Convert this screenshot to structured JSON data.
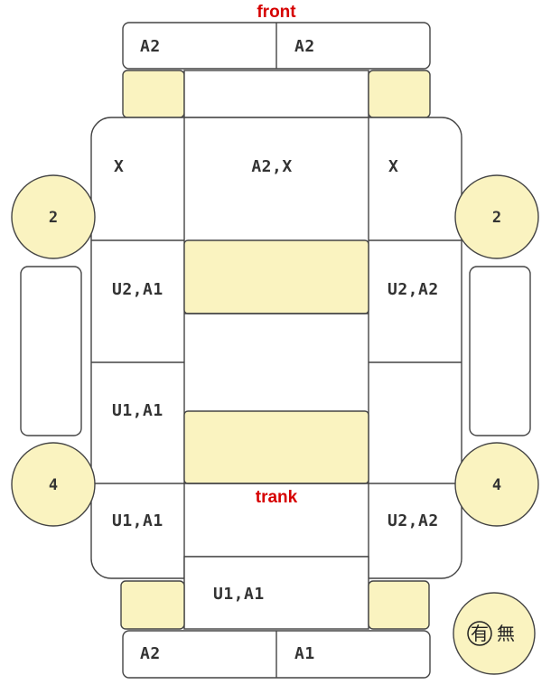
{
  "labels": {
    "front": "front",
    "trank": "trank",
    "front_bumper_left": "A2",
    "front_bumper_right": "A2",
    "hood": "A2,X",
    "left_fender": "X",
    "right_fender": "X",
    "left_front_door": "U2,A1",
    "right_front_door": "U2,A2",
    "left_rear_door": "U1,A1",
    "left_quarter": "U1,A1",
    "right_quarter": "U2,A2",
    "trunk_lid": "U1,A1",
    "rear_bumper_left": "A2",
    "rear_bumper_right": "A1"
  },
  "tires": {
    "front_left": "2",
    "front_right": "2",
    "rear_left": "4",
    "rear_right": "4"
  },
  "spare": {
    "has": "有",
    "none": "無"
  },
  "colors": {
    "highlight": "#faf3c0",
    "outline": "#444444",
    "accent": "#d60000"
  }
}
